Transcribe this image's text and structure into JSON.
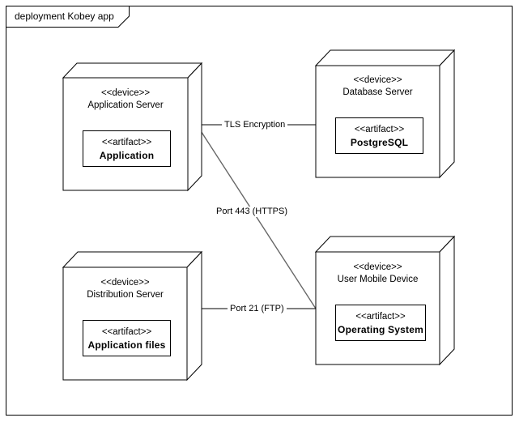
{
  "diagram": {
    "title": "deployment Kobey app",
    "frame_color": "#000000",
    "background": "#ffffff",
    "line_color": "#000000",
    "diagonal_line_color": "#666666"
  },
  "nodes": [
    {
      "id": "application-server",
      "stereotype": "<<device>>",
      "name": "Application Server",
      "artifact": {
        "stereotype": "<<artifact>>",
        "name": "Application"
      }
    },
    {
      "id": "database-server",
      "stereotype": "<<device>>",
      "name": "Database Server",
      "artifact": {
        "stereotype": "<<artifact>>",
        "name": "PostgreSQL"
      }
    },
    {
      "id": "distribution-server",
      "stereotype": "<<device>>",
      "name": "Distribution Server",
      "artifact": {
        "stereotype": "<<artifact>>",
        "name": "Application files"
      }
    },
    {
      "id": "user-mobile-device",
      "stereotype": "<<device>>",
      "name": "User Mobile Device",
      "artifact": {
        "stereotype": "<<artifact>>",
        "name": "Operating System"
      }
    }
  ],
  "connectors": [
    {
      "id": "tls-encryption",
      "label": "TLS Encryption",
      "from": "application-server",
      "to": "database-server"
    },
    {
      "id": "port-443-https",
      "label": "Port 443 (HTTPS)",
      "from": "application-server",
      "to": "user-mobile-device"
    },
    {
      "id": "port-21-ftp",
      "label": "Port 21 (FTP)",
      "from": "distribution-server",
      "to": "user-mobile-device"
    }
  ]
}
